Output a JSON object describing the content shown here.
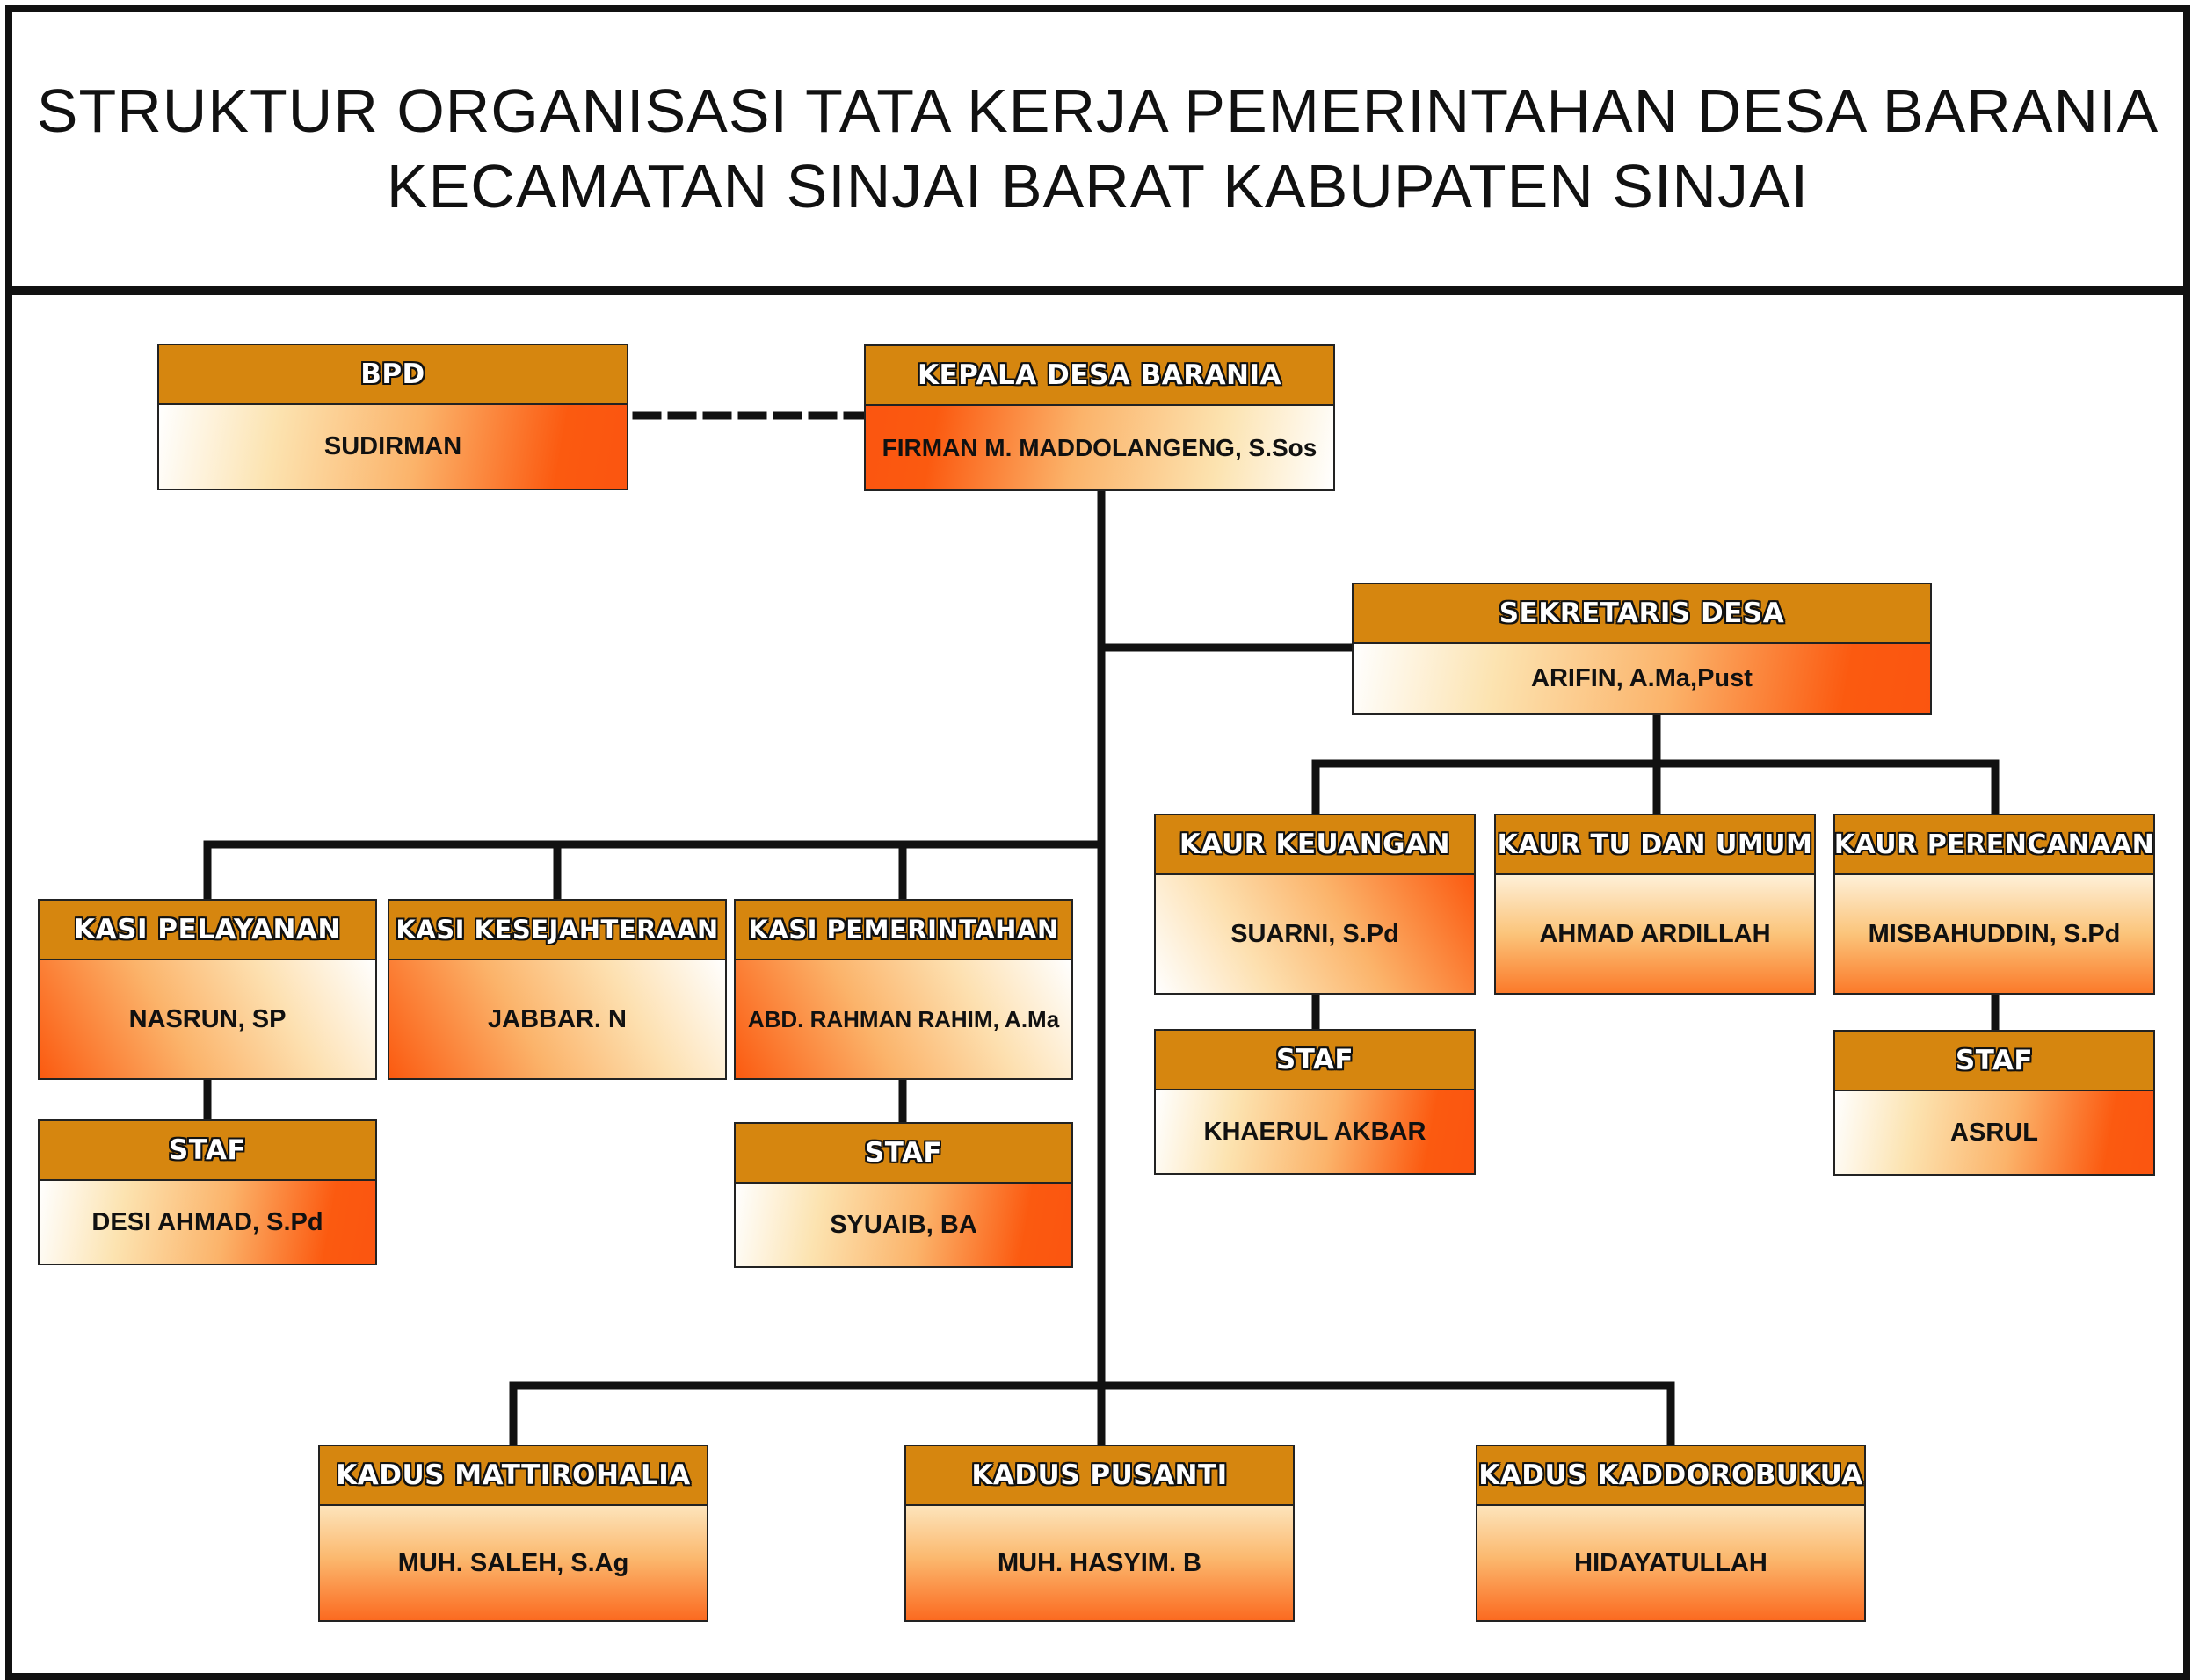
{
  "title": {
    "line1": "STRUKTUR ORGANISASI TATA KERJA PEMERINTAHAN DESA BARANIA",
    "line2": "KECAMATAN SINJAI BARAT KABUPATEN SINJAI"
  },
  "nodes": {
    "bpd": {
      "position": "BPD",
      "name": "SUDIRMAN"
    },
    "kepala_desa": {
      "position": "KEPALA DESA BARANIA",
      "name": "FIRMAN M. MADDOLANGENG, S.Sos"
    },
    "sekretaris": {
      "position": "SEKRETARIS DESA",
      "name": "ARIFIN, A.Ma,Pust"
    },
    "kaur_keuangan": {
      "position": "KAUR KEUANGAN",
      "name": "SUARNI, S.Pd"
    },
    "kaur_tu": {
      "position": "KAUR TU DAN UMUM",
      "name": "AHMAD ARDILLAH"
    },
    "kaur_perencanaan": {
      "position": "KAUR PERENCANAAN",
      "name": "MISBAHUDDIN, S.Pd"
    },
    "staf_keuangan": {
      "position": "STAF",
      "name": "KHAERUL AKBAR"
    },
    "staf_perencanaan": {
      "position": "STAF",
      "name": "ASRUL"
    },
    "kasi_pelayanan": {
      "position": "KASI PELAYANAN",
      "name": "NASRUN, SP"
    },
    "kasi_kesejahteraan": {
      "position": "KASI KESEJAHTERAAN",
      "name": "JABBAR. N"
    },
    "kasi_pemerintahan": {
      "position": "KASI PEMERINTAHAN",
      "name": "ABD. RAHMAN RAHIM, A.Ma"
    },
    "staf_pelayanan": {
      "position": "STAF",
      "name": "DESI AHMAD, S.Pd"
    },
    "staf_pemerintahan": {
      "position": "STAF",
      "name": "SYUAIB, BA"
    },
    "kadus_mattirohalia": {
      "position": "KADUS MATTIROHALIA",
      "name": "MUH. SALEH, S.Ag"
    },
    "kadus_pusanti": {
      "position": "KADUS PUSANTI",
      "name": "MUH. HASYIM. B"
    },
    "kadus_kaddorobukua": {
      "position": "KADUS KADDOROBUKUA",
      "name": "HIDAYATULLAH"
    }
  },
  "colors": {
    "header_fill": "#d6860f",
    "accent_orange": "#fb5a10",
    "line": "#111111"
  }
}
